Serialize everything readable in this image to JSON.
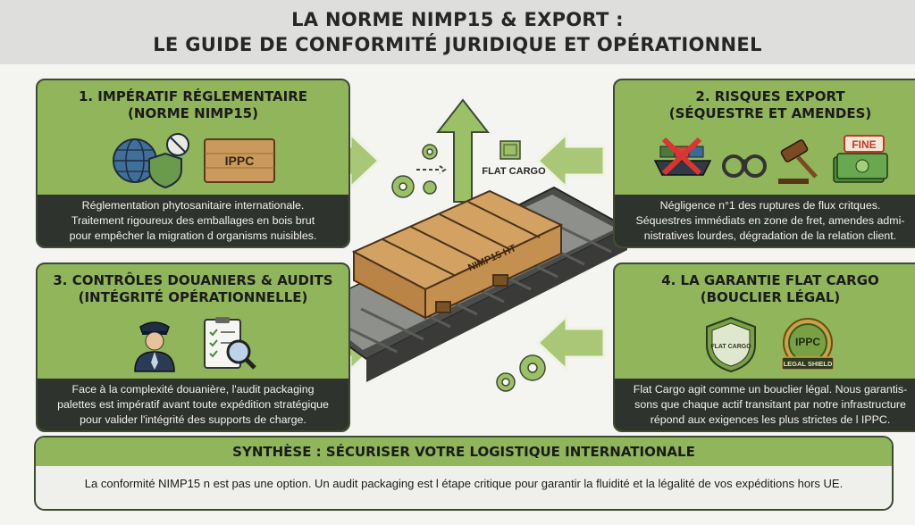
{
  "header": {
    "line1": "LA NORME NIMP15 & EXPORT :",
    "line2": "LE GUIDE DE CONFORMITÉ JURIDIQUE ET OPÉRATIONNEL"
  },
  "panels": [
    {
      "title1": "1. IMPÉRATIF RÉGLEMENTAIRE",
      "title2": "(NORME NIMP15)",
      "badge": "IPPC",
      "desc1": "Réglementation phytosanitaire internationale.",
      "desc2": "Traitement rigoureux des emballages en bois brut",
      "desc3": "pour empêcher la migration d organisms nuisibles."
    },
    {
      "title1": "2. RISQUES EXPORT",
      "title2": "(SÉQUESTRE ET AMENDES)",
      "badge": "FINE",
      "desc1": "Négligence n°1 des ruptures de flux critques.",
      "desc2": "Séquestres immédiats en zone de fret, amendes admi-",
      "desc3": "nistratives lourdes, dégradation de la relation client."
    },
    {
      "title1": "3. CONTRÔLES DOUANIERS & AUDITS",
      "title2": "(INTÉGRITÉ OPÉRATIONNELLE)",
      "desc1": "Face à la complexité douanière, l'audit packaging",
      "desc2": "palettes est impératif avant toute expédition stratégique",
      "desc3": "pour valider l'intégrité des supports de charge."
    },
    {
      "title1": "4. LA GARANTIE FLAT CARGO",
      "title2": "(BOUCLIER LÉGAL)",
      "shield_label": "FLAT CARGO",
      "seal_top": "IPPC",
      "seal_bottom": "LEGAL SHIELD",
      "desc1": "Flat Cargo agit comme un bouclier légal. Nous garantis-",
      "desc2": "sons que chaque actif transitant par notre infrastructure",
      "desc3": "répond aux exigences les plus strictes de l IPPC."
    }
  ],
  "center": {
    "brand": "FLAT CARGO",
    "pallet_stamp": "NIMP15 HT"
  },
  "synthesis": {
    "title": "SYNTHÈSE : SÉCURISER VOTRE LOGISTIQUE INTERNATIONALE",
    "text": "La conformité NIMP15 n est pas une option. Un audit packaging est l étape critique pour garantir la fluidité et la légalité de vos expéditions hors UE."
  },
  "colors": {
    "accent": "#90b55a",
    "dark": "#2f332d",
    "header_bg": "#dededc"
  }
}
